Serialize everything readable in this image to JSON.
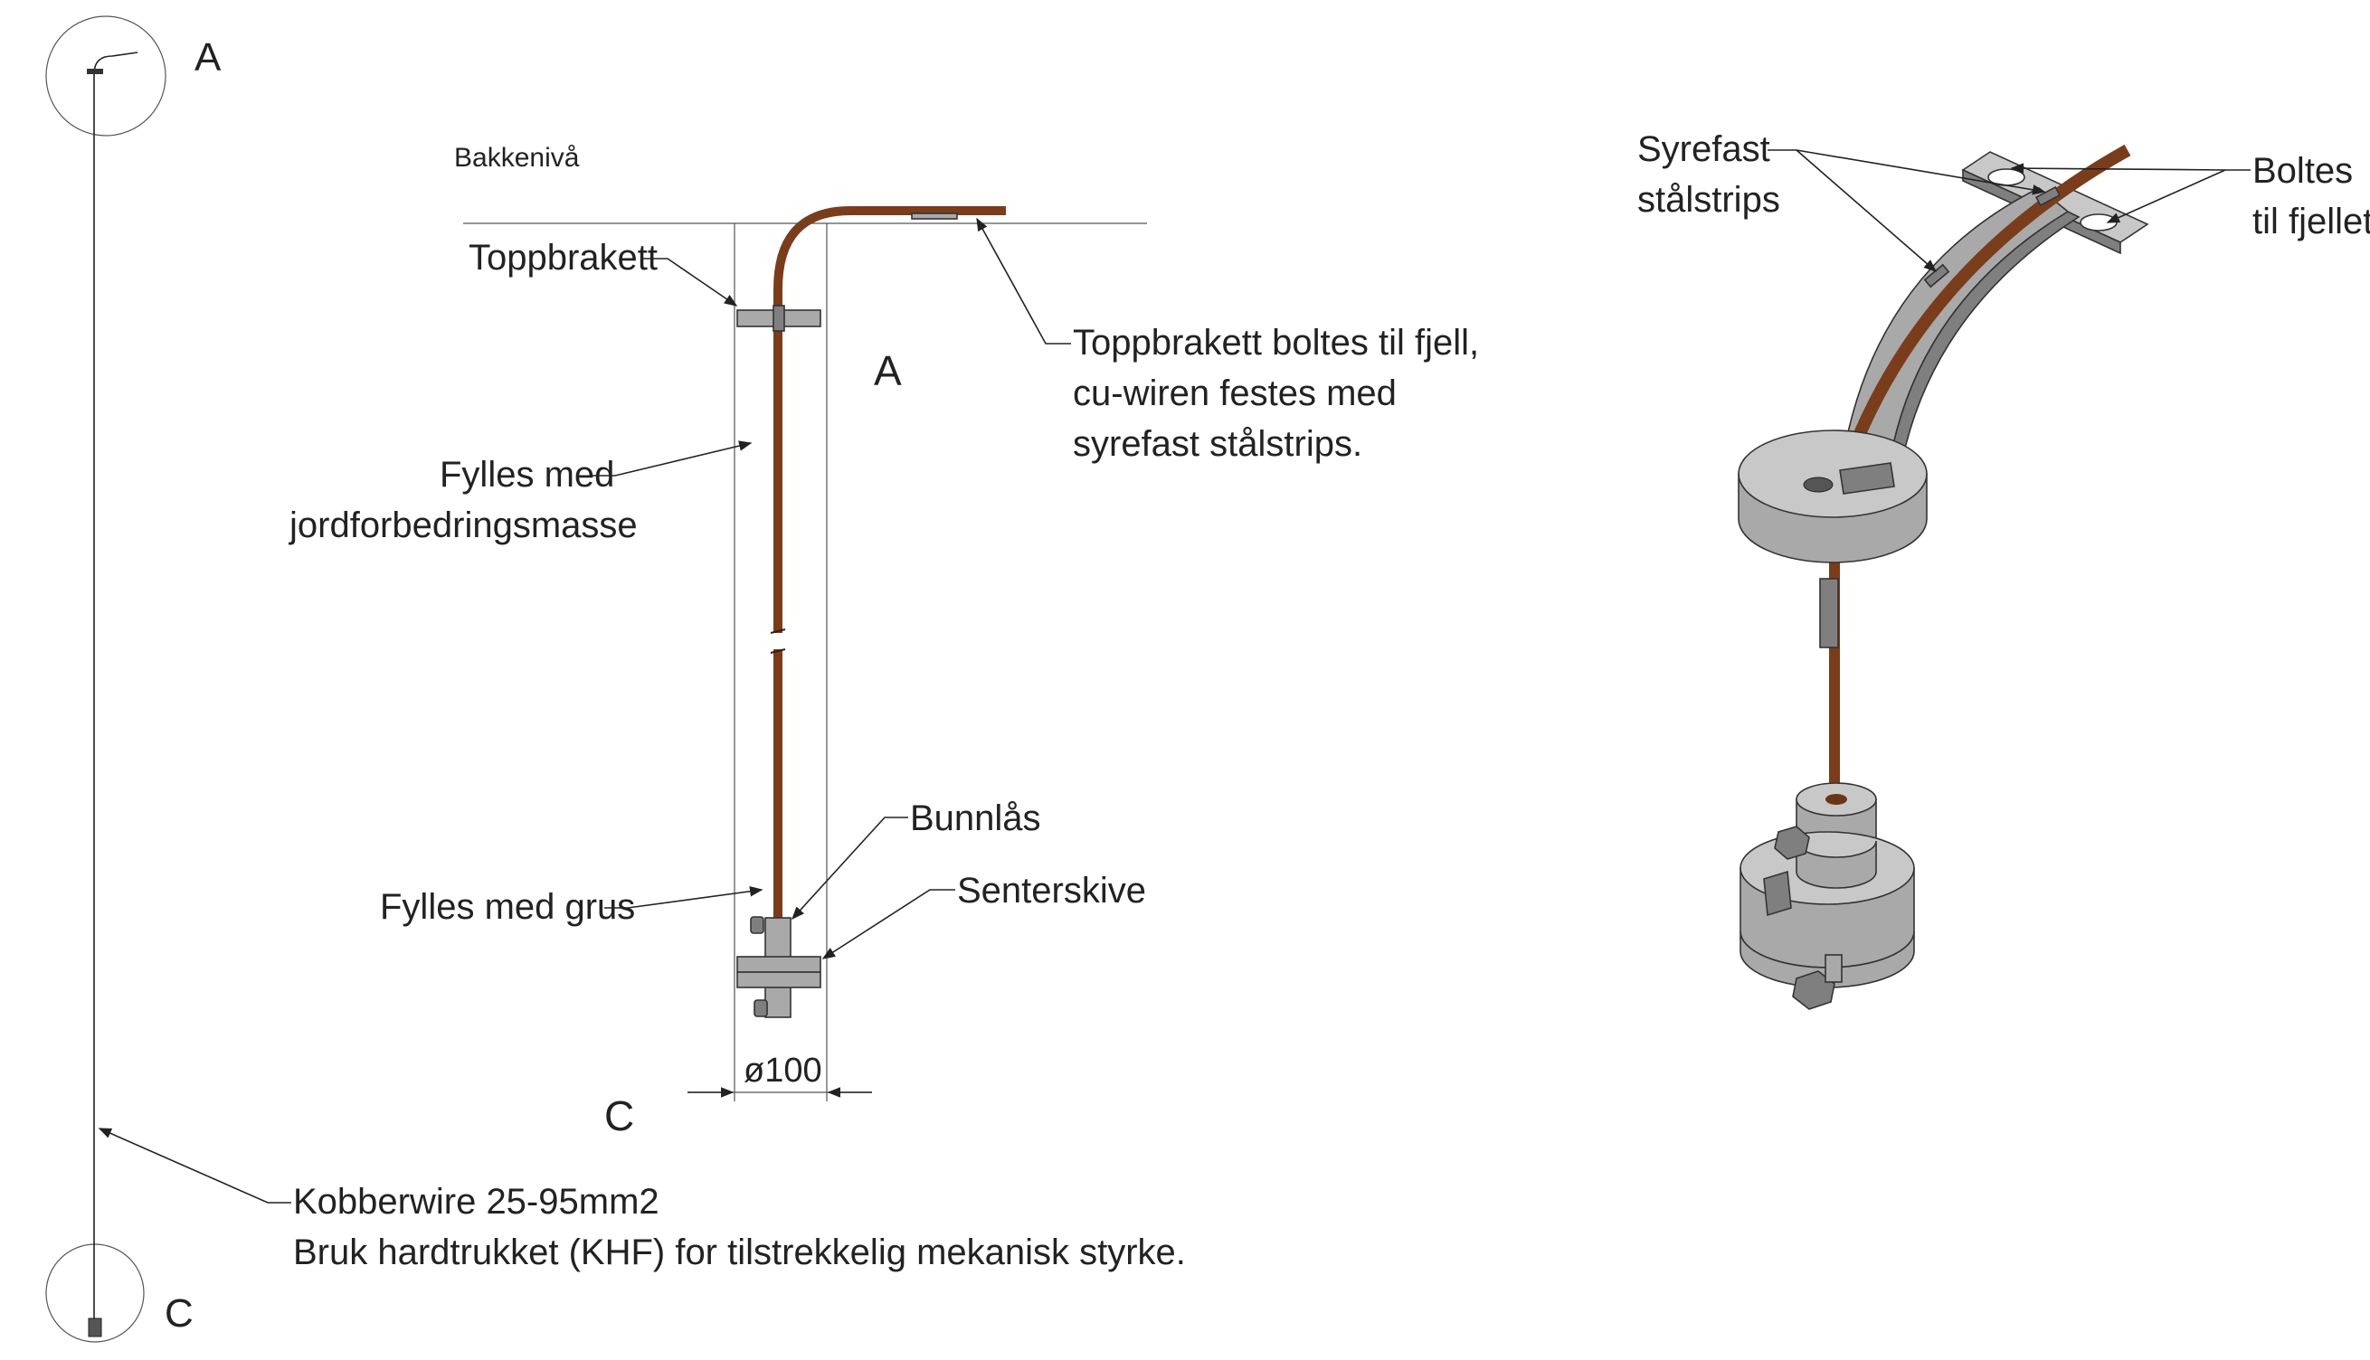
{
  "labels": {
    "detail_a": "A",
    "detail_c": "C",
    "bakkeniva": "Bakkenivå",
    "toppbrakett": "Toppbrakett",
    "toppbrakett_note_1": "Toppbrakett boltes til fjell,",
    "toppbrakett_note_2": "cu-wiren festes med",
    "toppbrakett_note_3": "syrefast stålstrips.",
    "fylles_jord_1": "Fylles med",
    "fylles_jord_2": "jordforbedringsmasse",
    "bunnlas": "Bunnlås",
    "senterskive": "Senterskive",
    "fylles_grus": "Fylles med grus",
    "diameter": "ø100",
    "kobberwire_1": "Kobberwire 25-95mm2",
    "kobberwire_2": "Bruk hardtrukket (KHF) for tilstrekkelig mekanisk styrke.",
    "syrefast_1": "Syrefast",
    "syrefast_2": "stålstrips",
    "boltes_1": "Boltes",
    "boltes_2": "til fjellet"
  },
  "colors": {
    "copper": "#7a3d1c",
    "steel": "#a9a9a9",
    "line": "#222222"
  }
}
